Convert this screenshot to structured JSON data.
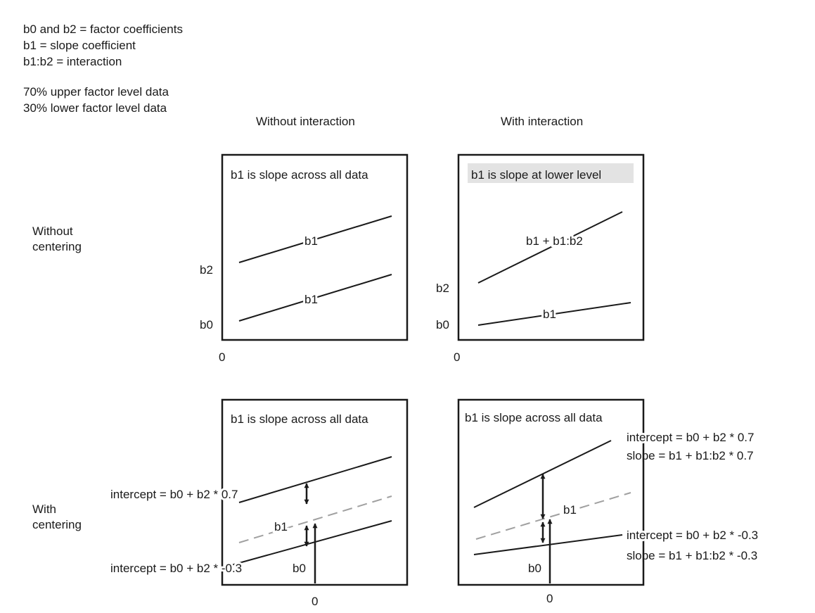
{
  "legend": {
    "lines": [
      "b0 and b2 = factor coefficients",
      "b1 = slope coefficient",
      "b1:b2 = interaction"
    ],
    "data_lines": [
      "70% upper factor level data",
      "30% lower factor level data"
    ]
  },
  "columns": {
    "without": "Without interaction",
    "with": "With interaction"
  },
  "rows": {
    "without_centering": [
      "Without",
      "centering"
    ],
    "with_centering": [
      "With",
      "centering"
    ]
  },
  "panels": {
    "tl": {
      "title": "b1 is slope across all data",
      "upper_slope": "b1",
      "lower_slope": "b1",
      "b2": "b2",
      "b0": "b0",
      "zero": "0"
    },
    "tr": {
      "title": "b1 is slope at lower level",
      "upper_slope": "b1 + b1:b2",
      "lower_slope": "b1",
      "b2": "b2",
      "b0": "b0",
      "zero": "0"
    },
    "bl": {
      "title": "b1 is slope across all data",
      "upper_intercept": "intercept = b0 + b2 * 0.7",
      "lower_intercept": "intercept = b0 + b2 * -0.3",
      "mid_slope": "b1",
      "b0": "b0",
      "zero": "0"
    },
    "br": {
      "title": "b1 is slope across all data",
      "upper_intercept": "intercept = b0 + b2 * 0.7",
      "upper_slope": "slope = b1 + b1:b2 * 0.7",
      "lower_intercept": "intercept = b0 + b2 * -0.3",
      "lower_slope": "slope = b1 + b1:b2 * -0.3",
      "mid_slope": "b1",
      "b0": "b0",
      "zero": "0"
    }
  },
  "colors": {
    "line": "#1a1a1a",
    "dashed": "#a0a0a0",
    "title_highlight": "#e3e3e3"
  }
}
